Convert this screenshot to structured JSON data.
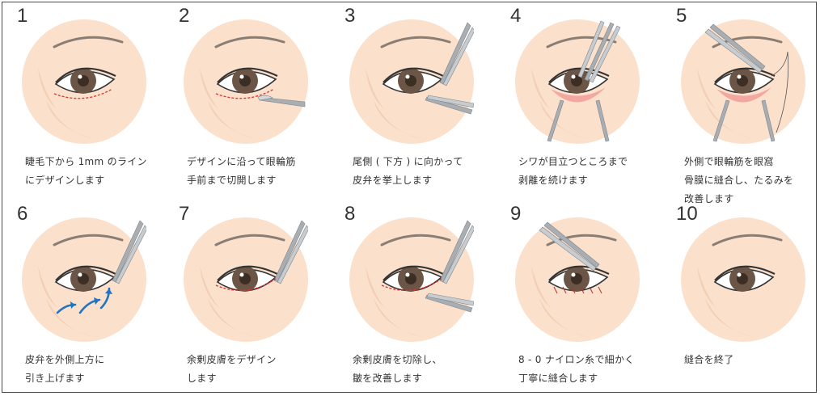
{
  "steps": [
    {
      "number": "1",
      "caption": "睫毛下から 1mm のライン\nにデザインします",
      "tools": [
        "dashed-incision"
      ]
    },
    {
      "number": "2",
      "caption": "デザインに沿って眼輪筋\n手前まで切開します",
      "tools": [
        "dashed-incision",
        "scalpel"
      ]
    },
    {
      "number": "3",
      "caption": "尾側 ( 下方 ) に向かって\n皮弁を挙上します",
      "tools": [
        "forceps",
        "scissors"
      ]
    },
    {
      "number": "4",
      "caption": "シワが目立つところまで\n剥離を続けます",
      "tools": [
        "forceps-double",
        "retractors"
      ]
    },
    {
      "number": "5",
      "caption": "外側で眼輪筋を眼窩\n骨膜に縫合し、たるみを\n改善します",
      "tools": [
        "needle-holder",
        "suture",
        "retractors"
      ]
    },
    {
      "number": "6",
      "caption": "皮弁を外側上方に\n引き上げます",
      "tools": [
        "forceps",
        "arrows"
      ]
    },
    {
      "number": "7",
      "caption": "余剰皮膚をデザイン\nします",
      "tools": [
        "forceps",
        "dashed-excess"
      ]
    },
    {
      "number": "8",
      "caption": "余剰皮膚を切除し、\n皺を改善します",
      "tools": [
        "forceps",
        "scissors",
        "dashed-excess"
      ]
    },
    {
      "number": "9",
      "caption": "8 - 0 ナイロン糸で細かく\n丁寧に縫合します",
      "tools": [
        "needle-holder",
        "stitches"
      ]
    },
    {
      "number": "10",
      "caption": "縫合を終了",
      "tools": []
    }
  ],
  "colors": {
    "skin": "#fbe0cc",
    "skin_shadow": "#f2cfb5",
    "brow": "#8a7d74",
    "iris": "#6b5546",
    "incision": "#e03030",
    "tool": "#a9aeb3",
    "arrow": "#1f74c4",
    "flap": "#f2a8a0"
  }
}
